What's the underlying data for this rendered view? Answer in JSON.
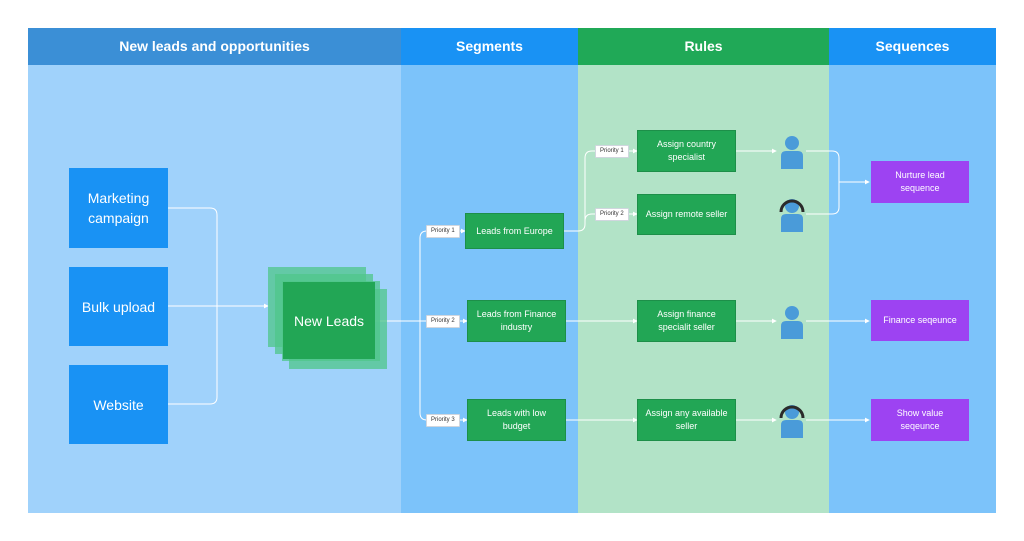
{
  "columns": {
    "leads": "New leads and opportunities",
    "segments": "Segments",
    "rules": "Rules",
    "sequences": "Sequences"
  },
  "sources": [
    "Marketing campaign",
    "Bulk upload",
    "Website"
  ],
  "new_leads_label": "New Leads",
  "segments": [
    "Leads from Europe",
    "Leads from Finance industry",
    "Leads with low budget"
  ],
  "priorities": {
    "segments": [
      "Priority 1",
      "Priority 2",
      "Priority 3"
    ],
    "rules": [
      "Priority 1",
      "Priority 2"
    ]
  },
  "rules": [
    "Assign country specialist",
    "Assign remote seller",
    "Assign finance specialit seller",
    "Assign any available seller"
  ],
  "seller_icons": [
    "person-icon",
    "remote-person-icon",
    "person-icon",
    "remote-person-icon"
  ],
  "sequences": [
    "Nurture lead sequence",
    "Finance seqeunce",
    "Show value seqeunce"
  ],
  "colors": {
    "source_blue": "#1992f4",
    "rule_green": "#22a655",
    "sequence_purple": "#9d43f2",
    "connector": "#ffffff"
  }
}
